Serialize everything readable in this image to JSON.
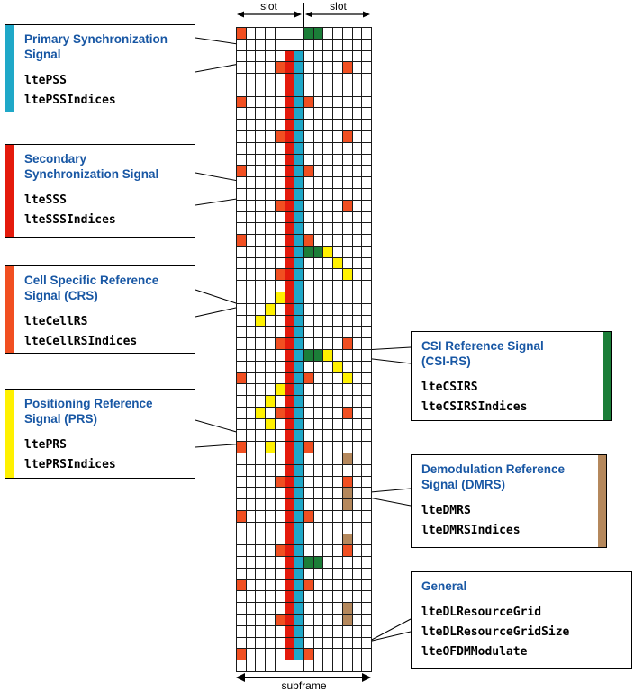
{
  "palette": {
    "pss": "#1fa8c8",
    "sss": "#e41a0c",
    "crs": "#f14f21",
    "prs": "#fff100",
    "csirs": "#1b7e38",
    "dmrs": "#b5885c",
    "title_blue": "#1857a4",
    "grid_line": "#1a1a1a"
  },
  "axis": {
    "slot_left": "slot",
    "slot_right": "slot",
    "subframe": "subframe"
  },
  "grid": {
    "columns": 14,
    "rows_count": 56,
    "legend": {
      "C": "pss",
      "R": "sss",
      "O": "crs",
      "Y": "prs",
      "G": "csirs",
      "B": "dmrs"
    },
    "rows": [
      "O......GG.....",
      "..............",
      ".....RC.......",
      "....ORC....O..",
      ".....RC.......",
      ".....RC.......",
      "O....RCO......",
      ".....RC.......",
      ".....RC.......",
      "....ORC....O..",
      ".....RC.......",
      ".....RC.......",
      "O....RCO......",
      ".....RC.......",
      ".....RC.......",
      "....ORC....O..",
      ".....RC.......",
      ".....RC.......",
      "O....RCO......",
      ".....RCGGY....",
      ".....RC...Y...",
      "....ORC....Y..",
      ".....RC.......",
      "....YRC.......",
      "...Y.RC.......",
      "..Y..RC.......",
      ".....RC.......",
      "....ORC....O..",
      ".....RCGGY....",
      ".....RC...Y...",
      "O....RCO...Y..",
      "....YRC.......",
      "...Y.RC.......",
      "..Y.ORC....O..",
      "...Y.RC.......",
      ".....RC.......",
      "O..Y.RCO......",
      ".....RC....B..",
      ".....RC.......",
      "....ORC....O..",
      ".....RC....B..",
      ".....RC....B..",
      "O....RCO......",
      ".....RC.......",
      ".....RC....B..",
      "....ORC....O..",
      ".....RCGG.....",
      ".....RC.......",
      "O....RCO......",
      ".....RC.......",
      ".....RC....B..",
      "....ORC....B..",
      ".....RC.......",
      ".....RC.......",
      "O....RCO......",
      ".............."
    ]
  },
  "callouts": [
    {
      "id": "pss",
      "title": "Primary Synchronization\nSignal",
      "functions": [
        "ltePSS",
        "ltePSSIndices"
      ]
    },
    {
      "id": "sss",
      "title": "Secondary\nSynchronization Signal",
      "functions": [
        "lteSSS",
        "lteSSSIndices"
      ]
    },
    {
      "id": "crs",
      "title": "Cell Specific Reference\nSignal (CRS)",
      "functions": [
        "lteCellRS",
        "lteCellRSIndices"
      ]
    },
    {
      "id": "prs",
      "title": "Positioning Reference\nSignal (PRS)",
      "functions": [
        "ltePRS",
        "ltePRSIndices"
      ]
    },
    {
      "id": "csirs",
      "title": "CSI Reference Signal\n(CSI-RS)",
      "functions": [
        "lteCSIRS",
        "lteCSIRSIndices"
      ]
    },
    {
      "id": "dmrs",
      "title": "Demodulation Reference\nSignal (DMRS)",
      "functions": [
        "lteDMRS",
        "lteDMRSIndices"
      ]
    },
    {
      "id": "general",
      "title": "General",
      "functions": [
        "lteDLResourceGrid",
        "lteDLResourceGridSize",
        "lteOFDMModulate"
      ]
    }
  ]
}
